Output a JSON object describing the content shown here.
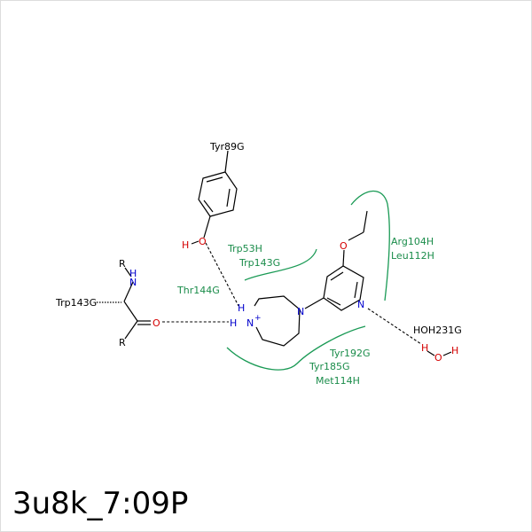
{
  "diagram": {
    "title": "3u8k_7:09P",
    "residues": {
      "tyr89": "Tyr89G",
      "trp53h": "Trp53H",
      "trp143g": "Trp143G",
      "thr144": "Thr144G",
      "trp143_backbone": "Trp143G",
      "arg104": "Arg104H",
      "leu112": "Leu112H",
      "tyr192": "Tyr192G",
      "tyr185": "Tyr185G",
      "met114": "Met114H",
      "water": "HOH231G"
    },
    "atoms": {
      "o_tyr": "O",
      "h_tyr": "H",
      "o_carbonyl": "O",
      "r_top": "R",
      "r_bottom": "R",
      "n_backbone": "N",
      "h_backbone": "H",
      "n_plus": "N",
      "plus": "+",
      "h_nh_top": "H",
      "h_nh_left": "H",
      "n_ring": "N",
      "n_pyridine": "N",
      "o_ether": "O",
      "o_water": "O",
      "h_water_1": "H",
      "h_water_2": "H"
    },
    "colors": {
      "residue_text": "#1a8c4a",
      "hydrophobic_arc": "#1a9a55",
      "oxygen": "#d40000",
      "nitrogen": "#0000cc"
    }
  }
}
